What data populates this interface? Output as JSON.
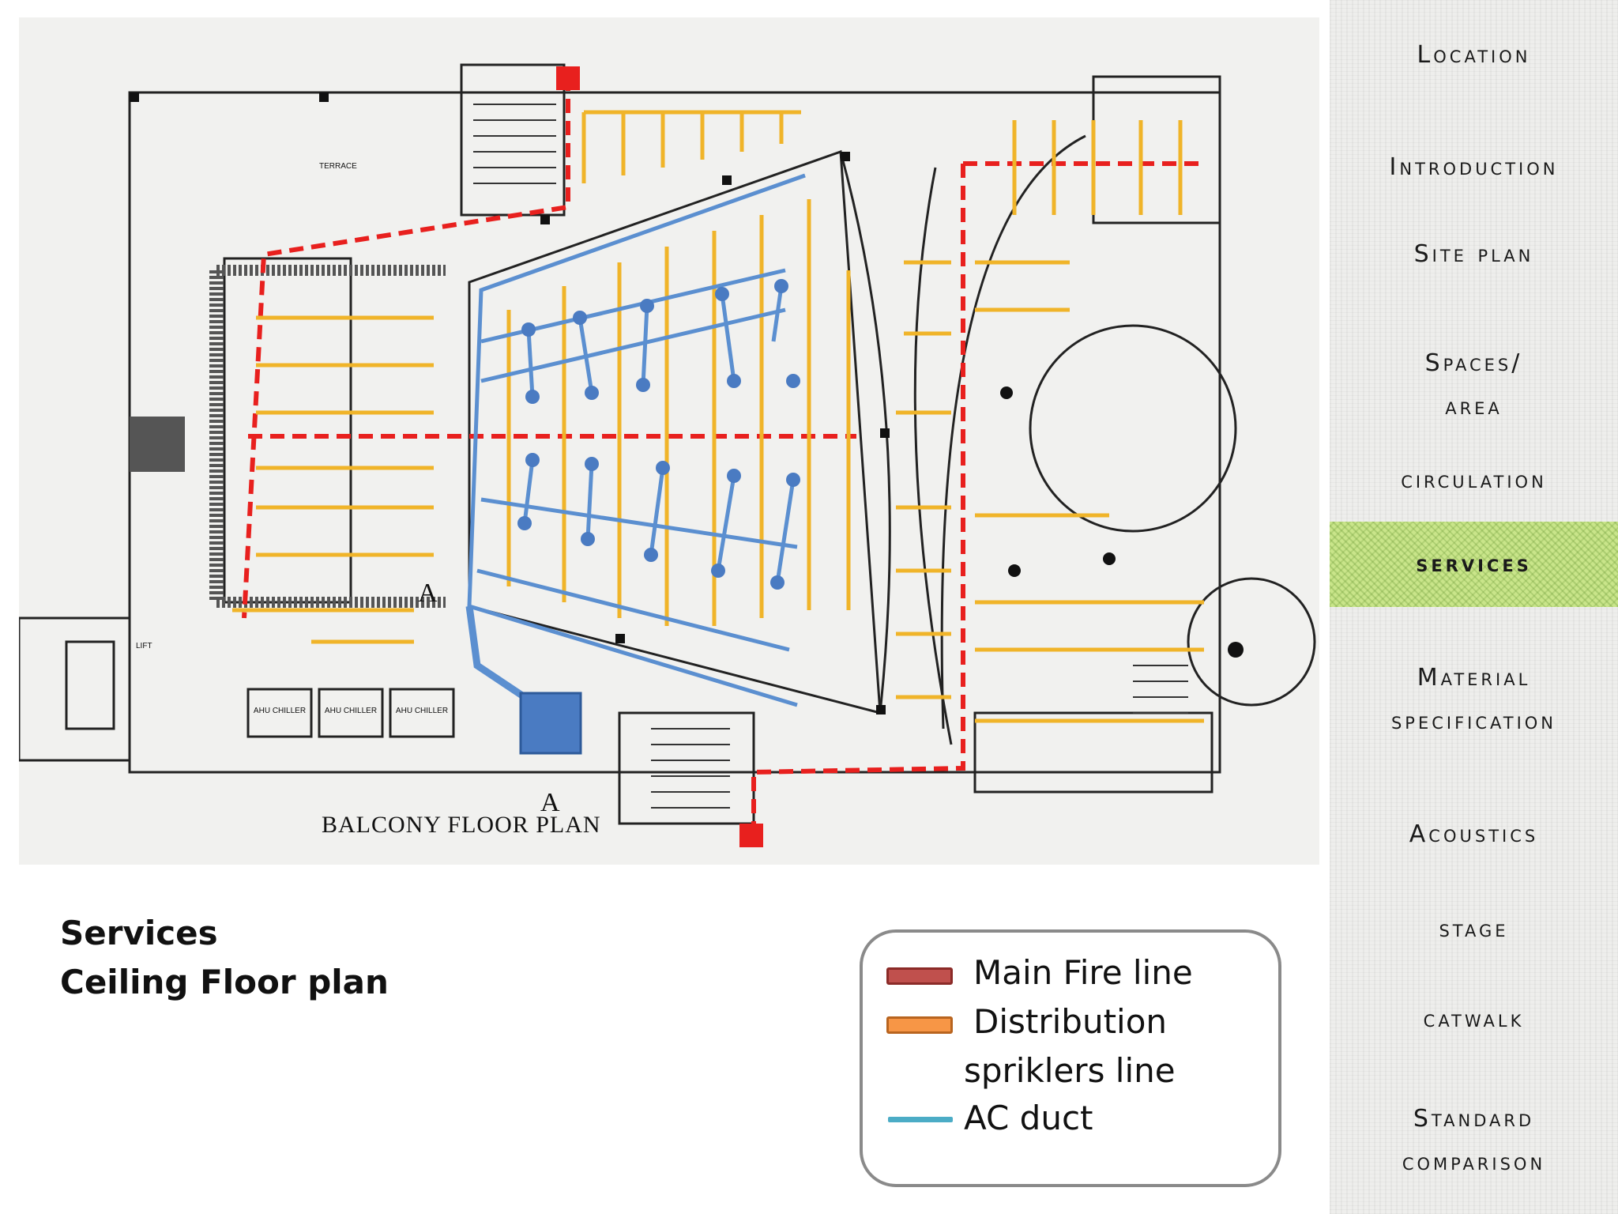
{
  "plan": {
    "title": "BALCONY FLOOR PLAN",
    "section_mark": "A",
    "equipment": [
      "AHU CHILLER",
      "AHU CHILLER",
      "AHU CHILLER"
    ],
    "lift_label": "LIFT",
    "terrace_label": "TERRACE"
  },
  "caption": {
    "line1": "Services",
    "line2": "Ceiling Floor plan"
  },
  "legend": {
    "items": [
      {
        "label": "Main Fire line",
        "color": "#c0504d"
      },
      {
        "label": "Distribution",
        "label2": "spriklers line",
        "color": "#f79646"
      },
      {
        "label": "AC duct",
        "color": "#4bacc6"
      }
    ]
  },
  "colors": {
    "fire_line": "#e8201e",
    "sprinkler_line": "#f0b429",
    "ac_duct": "#5b8fd0",
    "nav_active": "#c9e58a"
  },
  "nav": {
    "items": [
      {
        "label": "Location"
      },
      {
        "label": "Introduction"
      },
      {
        "label": "Site plan"
      },
      {
        "label": "Spaces/",
        "label2": "area"
      },
      {
        "label": "circulation"
      },
      {
        "label": "services",
        "active": true
      },
      {
        "label": "Material",
        "label2": "specification"
      },
      {
        "label": "Acoustics"
      },
      {
        "label": "stage"
      },
      {
        "label": "catwalk"
      },
      {
        "label": "Standard",
        "label2": "comparison"
      }
    ]
  }
}
